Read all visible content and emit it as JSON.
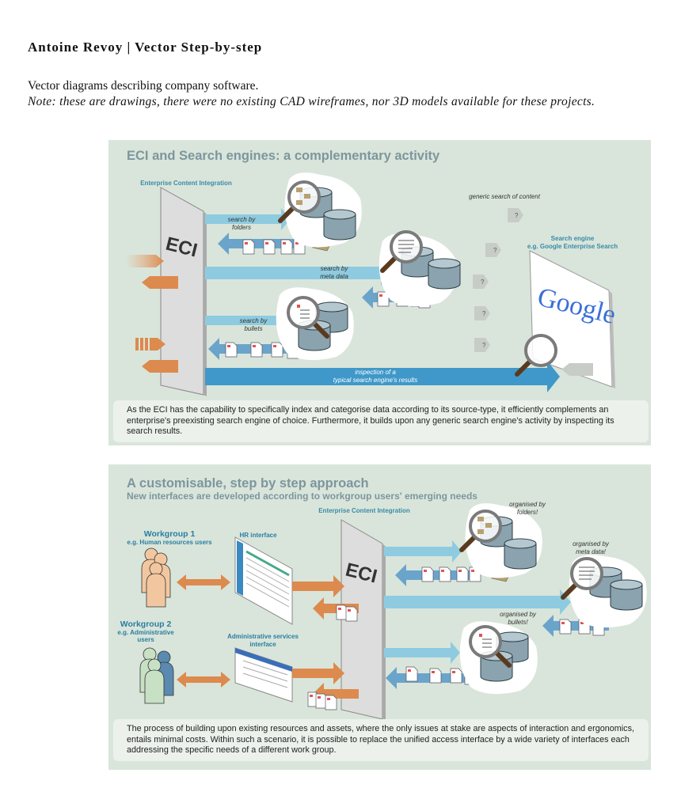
{
  "header": {
    "title": "Antoine Revoy | Vector Step-by-step",
    "intro": "Vector diagrams describing company software.",
    "note": "Note: these are drawings, there were no existing CAD wireframes, nor 3D models available for these projects."
  },
  "panel1": {
    "title": "ECI and Search engines: a complementary activity",
    "eci_caption": "Enterprise Content Integration",
    "eci_text": "ECI",
    "search_folders": [
      "search by",
      "folders"
    ],
    "search_meta": [
      "search by",
      "meta data"
    ],
    "search_bullets": [
      "search by",
      "bullets"
    ],
    "generic": "generic search of content",
    "engine_title": "Search engine",
    "engine_sub": "e.g. Google Enterprise Search",
    "google_logo": "Google",
    "inspection": [
      "inspection of a",
      "typical search engine's results"
    ],
    "caption": "As the ECI has the capability to specifically index and categorise data according to its source-type, it efficiently complements an enterprise's preexisting search engine of choice. Furthermore, it builds upon any generic search engine's activity by inspecting its search results."
  },
  "panel2": {
    "title": "A customisable, step by step approach",
    "subtitle": "New interfaces are developed according to workgroup users' emerging needs",
    "eci_caption": "Enterprise Content Integration",
    "eci_text": "ECI",
    "wg1_title": "Workgroup 1",
    "wg1_sub": "e.g. Human resources users",
    "wg2_title": "Workgroup 2",
    "wg2_sub": [
      "e.g. Administrative",
      "users"
    ],
    "hr_interface": "HR interface",
    "admin_interface": [
      "Administrative services",
      "interface"
    ],
    "org_folders": [
      "organised by",
      "folders!"
    ],
    "org_meta": [
      "organised by",
      "meta data!"
    ],
    "org_bullets": [
      "organised by",
      "bullets!"
    ],
    "caption": "The process of building upon existing resources and assets, where the only issues at stake are aspects of interaction and ergonomics, entails minimal costs. Within such a scenario, it is possible to replace the unified access interface by a wide variety of interfaces each addressing the specific needs of a different work group."
  },
  "colors": {
    "panel_bg": "#d9e5da",
    "title_gray": "#7d969e",
    "accent_blue": "#2a7ea3",
    "light_arrow": "#8ecbe0",
    "dark_arrow": "#3f98c9",
    "orange": "#dd8a4e"
  }
}
